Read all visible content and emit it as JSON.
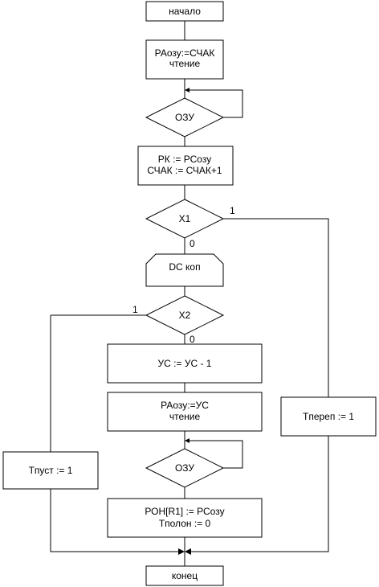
{
  "flowchart": {
    "start": "начало",
    "read_block_1": {
      "line1": "РАозу:=СЧАК",
      "line2": "чтение"
    },
    "mem_check_1": "ОЗУ",
    "fetch_block": {
      "line1": "РК := РСозу",
      "line2": "СЧАК := СЧАК+1"
    },
    "decision_x1": {
      "label": "X1",
      "yes": "1",
      "no": "0"
    },
    "dc_block": "DC коп",
    "decision_x2": {
      "label": "X2",
      "yes": "1",
      "no": "0"
    },
    "us_block": "УС := УС - 1",
    "read_block_2": {
      "line1": "РАозу:=УС",
      "line2": "чтение"
    },
    "mem_check_2": "ОЗУ",
    "ron_block": {
      "line1": "РОН[R1] := РСозу",
      "line2": "Tполон := 0"
    },
    "tpust_block": "Tпуст := 1",
    "tperep_block": "Tпереп := 1",
    "end": "конец"
  }
}
